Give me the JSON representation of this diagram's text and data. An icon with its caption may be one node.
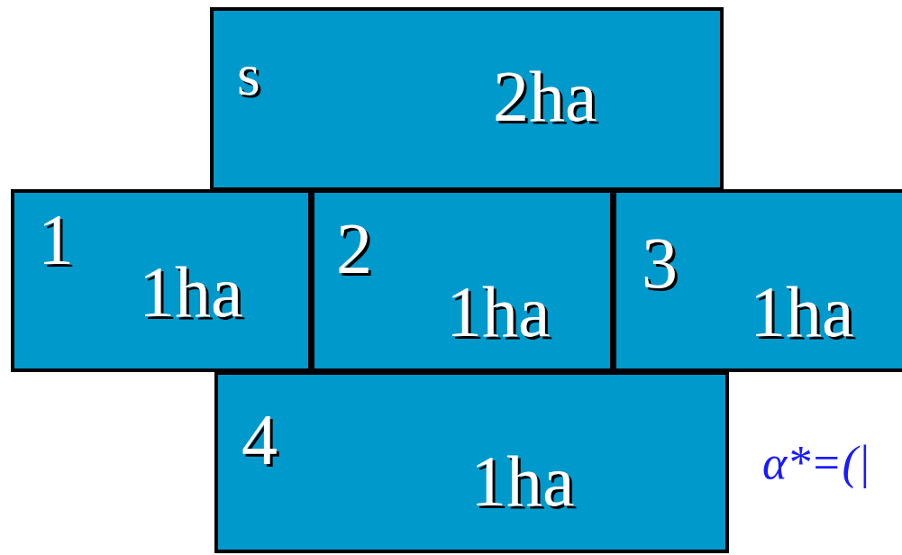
{
  "diagram": {
    "nodes": [
      {
        "text": [
          "s",
          "2ha"
        ]
      },
      {
        "text": [
          "1",
          "1ha"
        ]
      },
      {
        "text": [
          "2",
          "1ha"
        ]
      },
      {
        "text": [
          "3",
          "1ha"
        ]
      },
      {
        "text": [
          "4",
          "1ha"
        ]
      }
    ],
    "labels": [
      "α*=(|"
    ]
  }
}
